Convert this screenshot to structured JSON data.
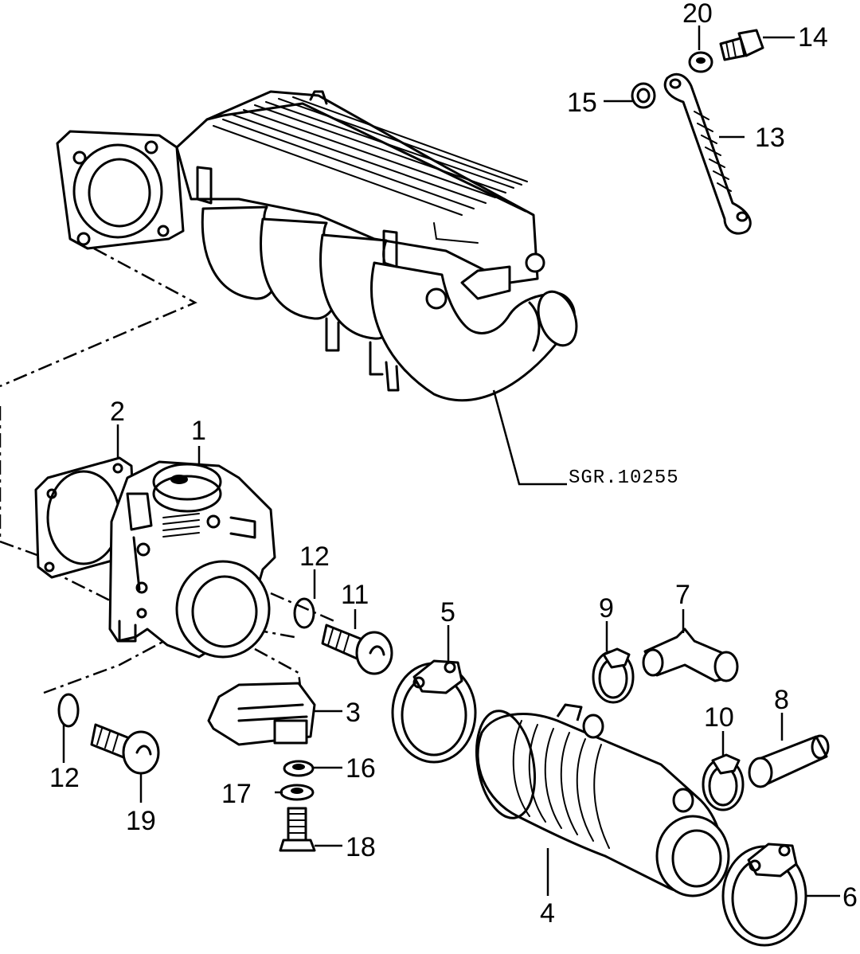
{
  "diagram": {
    "reference_code": "SGR.10255",
    "callouts": {
      "c1": "1",
      "c2": "2",
      "c3": "3",
      "c4": "4",
      "c5": "5",
      "c6": "6",
      "c7": "7",
      "c8": "8",
      "c9": "9",
      "c10": "10",
      "c11": "11",
      "c12a": "12",
      "c12b": "12",
      "c13": "13",
      "c14": "14",
      "c15": "15",
      "c16": "16",
      "c17": "17",
      "c18": "18",
      "c19": "19",
      "c20": "20"
    }
  }
}
